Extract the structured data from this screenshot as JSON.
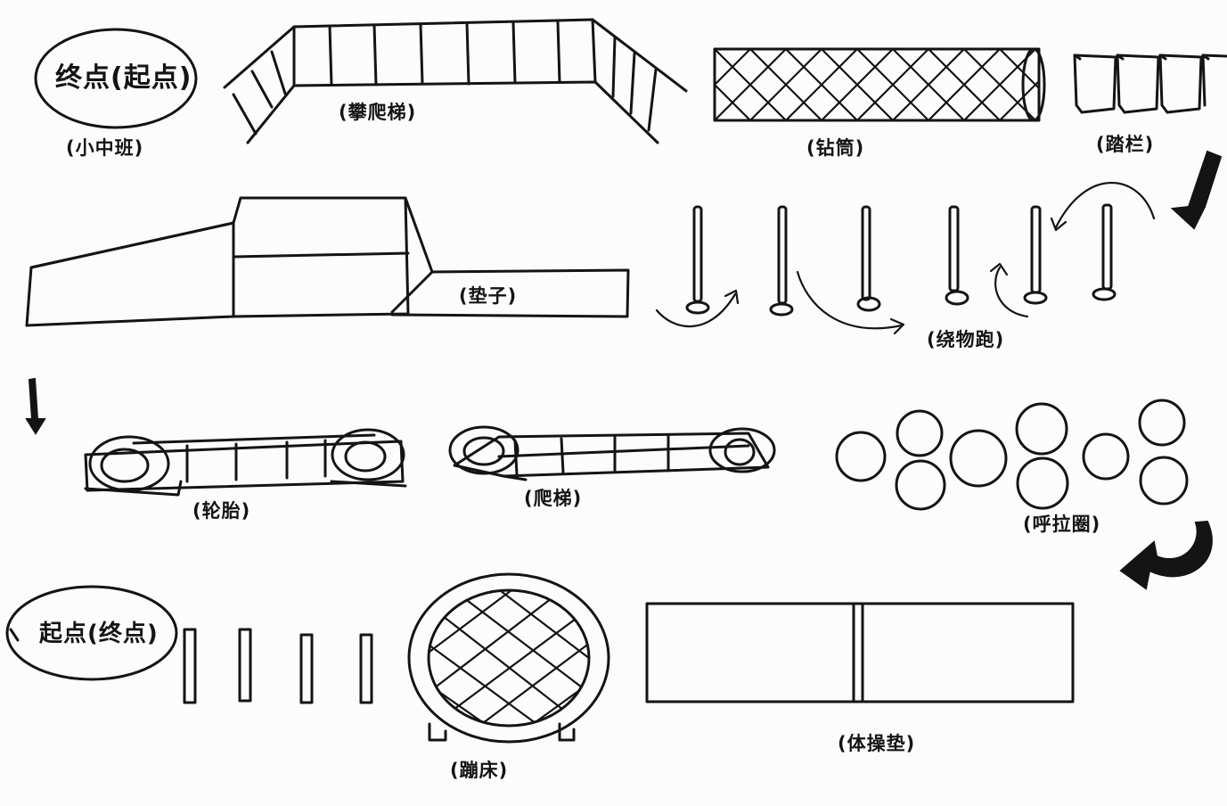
{
  "diagram": {
    "end_start_top": "终点(起点)",
    "class_label": "(小中班)",
    "stations": {
      "climbing_frame": "(攀爬梯)",
      "tunnel": "(钻筒)",
      "hurdles": "(踏栏)",
      "mats": "(垫子)",
      "slalom_run": "(绕物跑)",
      "tires": "(轮胎)",
      "ladder": "(爬梯)",
      "hula_hoops": "(呼拉圈)",
      "trampoline": "(蹦床)",
      "gym_mat": "(体操垫)"
    },
    "start_end_bottom": "起点(终点)"
  },
  "colors": {
    "ink": "#141414",
    "paper": "#fcfcfc"
  }
}
